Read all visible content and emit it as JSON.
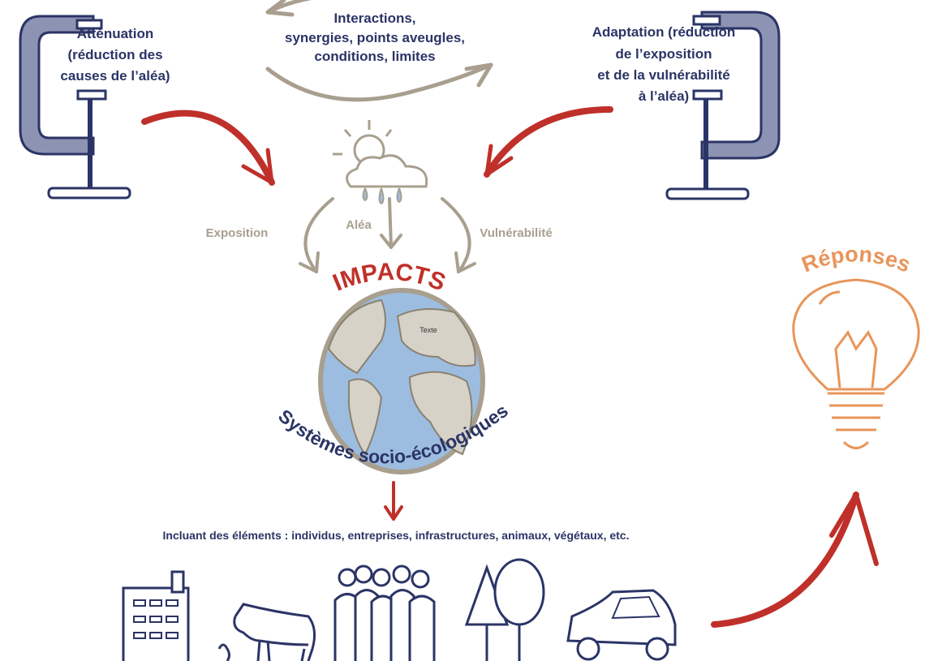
{
  "colors": {
    "navy": "#2b3466",
    "red": "#c0302a",
    "gray": "#a89f8f",
    "orange": "#e8955a",
    "ocean": "#9dbde0",
    "land": "#d6d2c8",
    "clamp": "#8d93b3"
  },
  "cycle": {
    "lines": [
      "Interactions,",
      "synergies, points aveugles,",
      "conditions, limites"
    ]
  },
  "attenuation": {
    "lines": [
      "Atténuation",
      "(réduction des",
      "causes de l’aléa)"
    ]
  },
  "adaptation": {
    "lines": [
      "Adaptation (réduction",
      "de l’exposition",
      "et de la vulnérabilité",
      "à l’aléa)"
    ]
  },
  "factors": {
    "exposition": "Exposition",
    "alea": "Aléa",
    "vulnerabilite": "Vulnérabilité"
  },
  "impacts": "IMPACTS",
  "globe_label": "Texte",
  "systems": "Systèmes socio-écologiques",
  "including": "Incluant des éléments : individus, entreprises, infrastructures, animaux, végétaux, etc.",
  "responses": "Réponses"
}
